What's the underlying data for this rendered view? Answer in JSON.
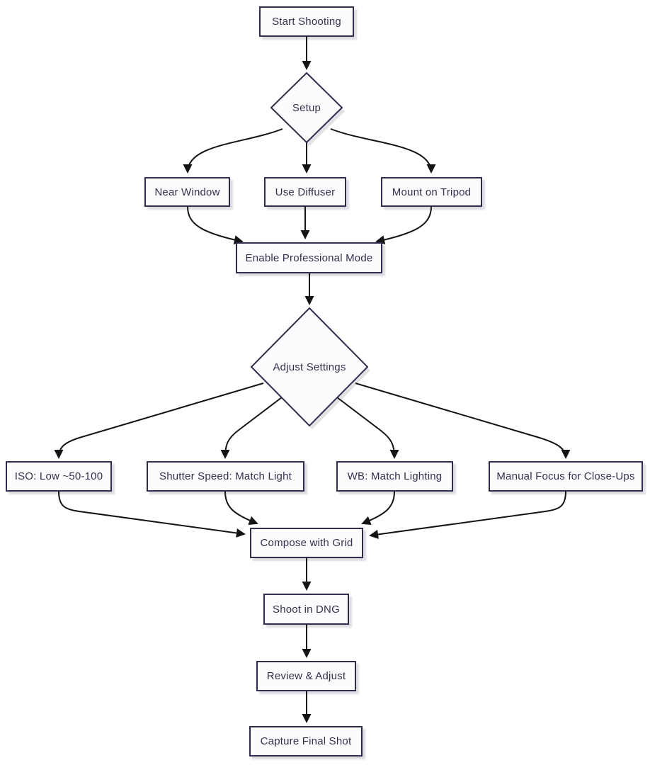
{
  "diagram": {
    "type": "flowchart",
    "direction": "top-down",
    "colors": {
      "background": "#ffffff",
      "node_fill": "#fcfcff",
      "node_border": "#2e2e4e",
      "node_text": "#32324e",
      "edge": "#141414",
      "shadow": "rgba(46,46,78,0.16)"
    },
    "nodes": {
      "start": {
        "label": "Start Shooting",
        "shape": "rect"
      },
      "setup": {
        "label": "Setup",
        "shape": "diamond"
      },
      "near_window": {
        "label": "Near Window",
        "shape": "rect"
      },
      "use_diffuser": {
        "label": "Use Diffuser",
        "shape": "rect"
      },
      "mount_tripod": {
        "label": "Mount on Tripod",
        "shape": "rect"
      },
      "enable_pro": {
        "label": "Enable Professional Mode",
        "shape": "rect"
      },
      "adjust_settings": {
        "label": "Adjust Settings",
        "shape": "diamond"
      },
      "iso": {
        "label": "ISO: Low ~50-100",
        "shape": "rect"
      },
      "shutter": {
        "label": "Shutter Speed: Match Light",
        "shape": "rect"
      },
      "wb": {
        "label": "WB: Match Lighting",
        "shape": "rect"
      },
      "manual_focus": {
        "label": "Manual Focus for Close-Ups",
        "shape": "rect"
      },
      "compose": {
        "label": "Compose with Grid",
        "shape": "rect"
      },
      "shoot_dng": {
        "label": "Shoot in DNG",
        "shape": "rect"
      },
      "review": {
        "label": "Review & Adjust",
        "shape": "rect"
      },
      "capture": {
        "label": "Capture Final Shot",
        "shape": "rect"
      }
    },
    "edges": [
      {
        "from": "start",
        "to": "setup"
      },
      {
        "from": "setup",
        "to": "near_window"
      },
      {
        "from": "setup",
        "to": "use_diffuser"
      },
      {
        "from": "setup",
        "to": "mount_tripod"
      },
      {
        "from": "near_window",
        "to": "enable_pro"
      },
      {
        "from": "use_diffuser",
        "to": "enable_pro"
      },
      {
        "from": "mount_tripod",
        "to": "enable_pro"
      },
      {
        "from": "enable_pro",
        "to": "adjust_settings"
      },
      {
        "from": "adjust_settings",
        "to": "iso"
      },
      {
        "from": "adjust_settings",
        "to": "shutter"
      },
      {
        "from": "adjust_settings",
        "to": "wb"
      },
      {
        "from": "adjust_settings",
        "to": "manual_focus"
      },
      {
        "from": "iso",
        "to": "compose"
      },
      {
        "from": "shutter",
        "to": "compose"
      },
      {
        "from": "wb",
        "to": "compose"
      },
      {
        "from": "manual_focus",
        "to": "compose"
      },
      {
        "from": "compose",
        "to": "shoot_dng"
      },
      {
        "from": "shoot_dng",
        "to": "review"
      },
      {
        "from": "review",
        "to": "capture"
      }
    ]
  }
}
